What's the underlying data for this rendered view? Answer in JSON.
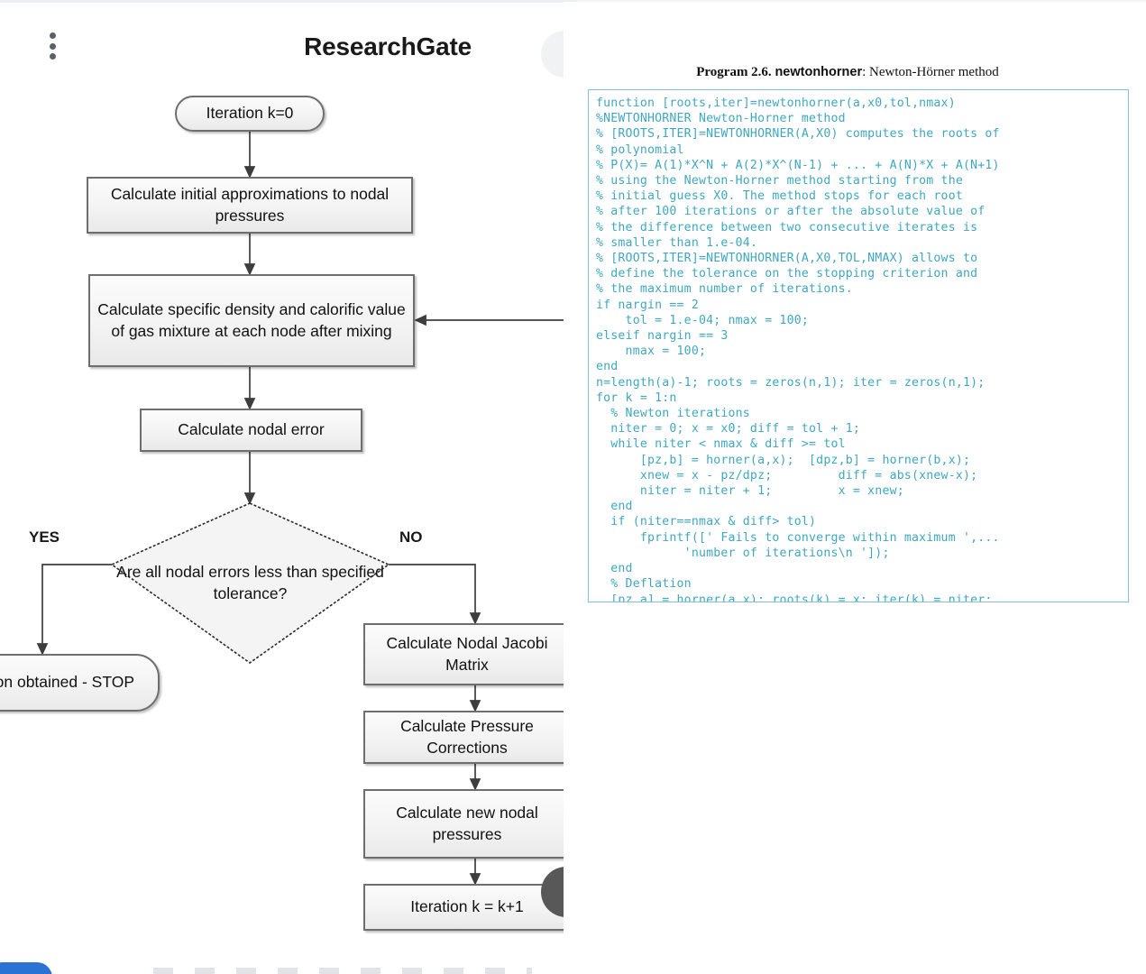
{
  "app": {
    "menu_icon": "more-vert-icon",
    "title": "ResearchGate"
  },
  "flowchart": {
    "nodes": [
      {
        "id": "start",
        "label": "Iteration k=0"
      },
      {
        "id": "init",
        "label": "Calculate initial approximations to nodal pressures"
      },
      {
        "id": "mixing",
        "label": "Calculate specific density and calorific value of gas mixture at each node after mixing"
      },
      {
        "id": "error",
        "label": "Calculate nodal error"
      },
      {
        "id": "decision",
        "label": "Are all nodal errors less than specified tolerance?"
      },
      {
        "id": "stop",
        "label": "on obtained - STOP"
      },
      {
        "id": "jacobi",
        "label": "Calculate Nodal Jacobi Matrix"
      },
      {
        "id": "pcorr",
        "label": "Calculate Pressure Corrections"
      },
      {
        "id": "newp",
        "label": "Calculate new nodal pressures"
      },
      {
        "id": "iterinc",
        "label": "Iteration k = k+1"
      }
    ],
    "branch_yes": "YES",
    "branch_no": "NO"
  },
  "document": {
    "caption_prefix": "Program 2.6.",
    "caption_name": "newtonhorner",
    "caption_suffix": ": Newton-Hörner method",
    "code": "function [roots,iter]=newtonhorner(a,x0,tol,nmax)\n%NEWTONHORNER Newton-Horner method\n% [ROOTS,ITER]=NEWTONHORNER(A,X0) computes the roots of\n% polynomial\n% P(X)= A(1)*X^N + A(2)*X^(N-1) + ... + A(N)*X + A(N+1)\n% using the Newton-Horner method starting from the\n% initial guess X0. The method stops for each root\n% after 100 iterations or after the absolute value of\n% the difference between two consecutive iterates is\n% smaller than 1.e-04.\n% [ROOTS,ITER]=NEWTONHORNER(A,X0,TOL,NMAX) allows to\n% define the tolerance on the stopping criterion and\n% the maximum number of iterations.\nif nargin == 2\n    tol = 1.e-04; nmax = 100;\nelseif nargin == 3\n    nmax = 100;\nend\nn=length(a)-1; roots = zeros(n,1); iter = zeros(n,1);\nfor k = 1:n\n  % Newton iterations\n  niter = 0; x = x0; diff = tol + 1;\n  while niter < nmax & diff >= tol\n      [pz,b] = horner(a,x);  [dpz,b] = horner(b,x);\n      xnew = x - pz/dpz;         diff = abs(xnew-x);\n      niter = niter + 1;         x = xnew;\n  end\n  if (niter==nmax & diff> tol)\n      fprintf([' Fails to converge within maximum ',...\n            'number of iterations\\n ']);\n  end\n  % Deflation\n  [pz,a] = horner(a,x); roots(k) = x; iter(k) = niter;\nend"
  },
  "colors": {
    "code_text": "#3fa7c0",
    "code_border": "#7ec4d6",
    "node_border": "#6e6e6e",
    "accent_blue": "#2a72d4"
  }
}
